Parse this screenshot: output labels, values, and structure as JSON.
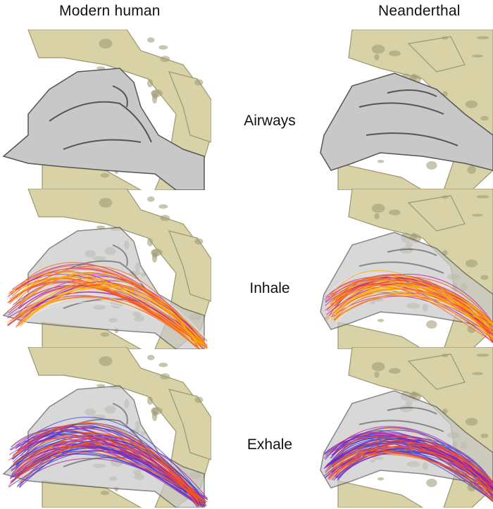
{
  "columns": {
    "left": "Modern human",
    "right": "Neanderthal"
  },
  "rows": [
    {
      "label": "Airways"
    },
    {
      "label": "Inhale"
    },
    {
      "label": "Exhale"
    }
  ],
  "colors": {
    "bone": "#d8d2a6",
    "bone_shadow": "#9c976f",
    "airway": "#c8c8c8",
    "airway_edge": "#555555",
    "flow_cold": "#3a3ad8",
    "flow_mid": "#b020a0",
    "flow_hot": "#ff5a10",
    "flow_warm": "#ffb000"
  }
}
